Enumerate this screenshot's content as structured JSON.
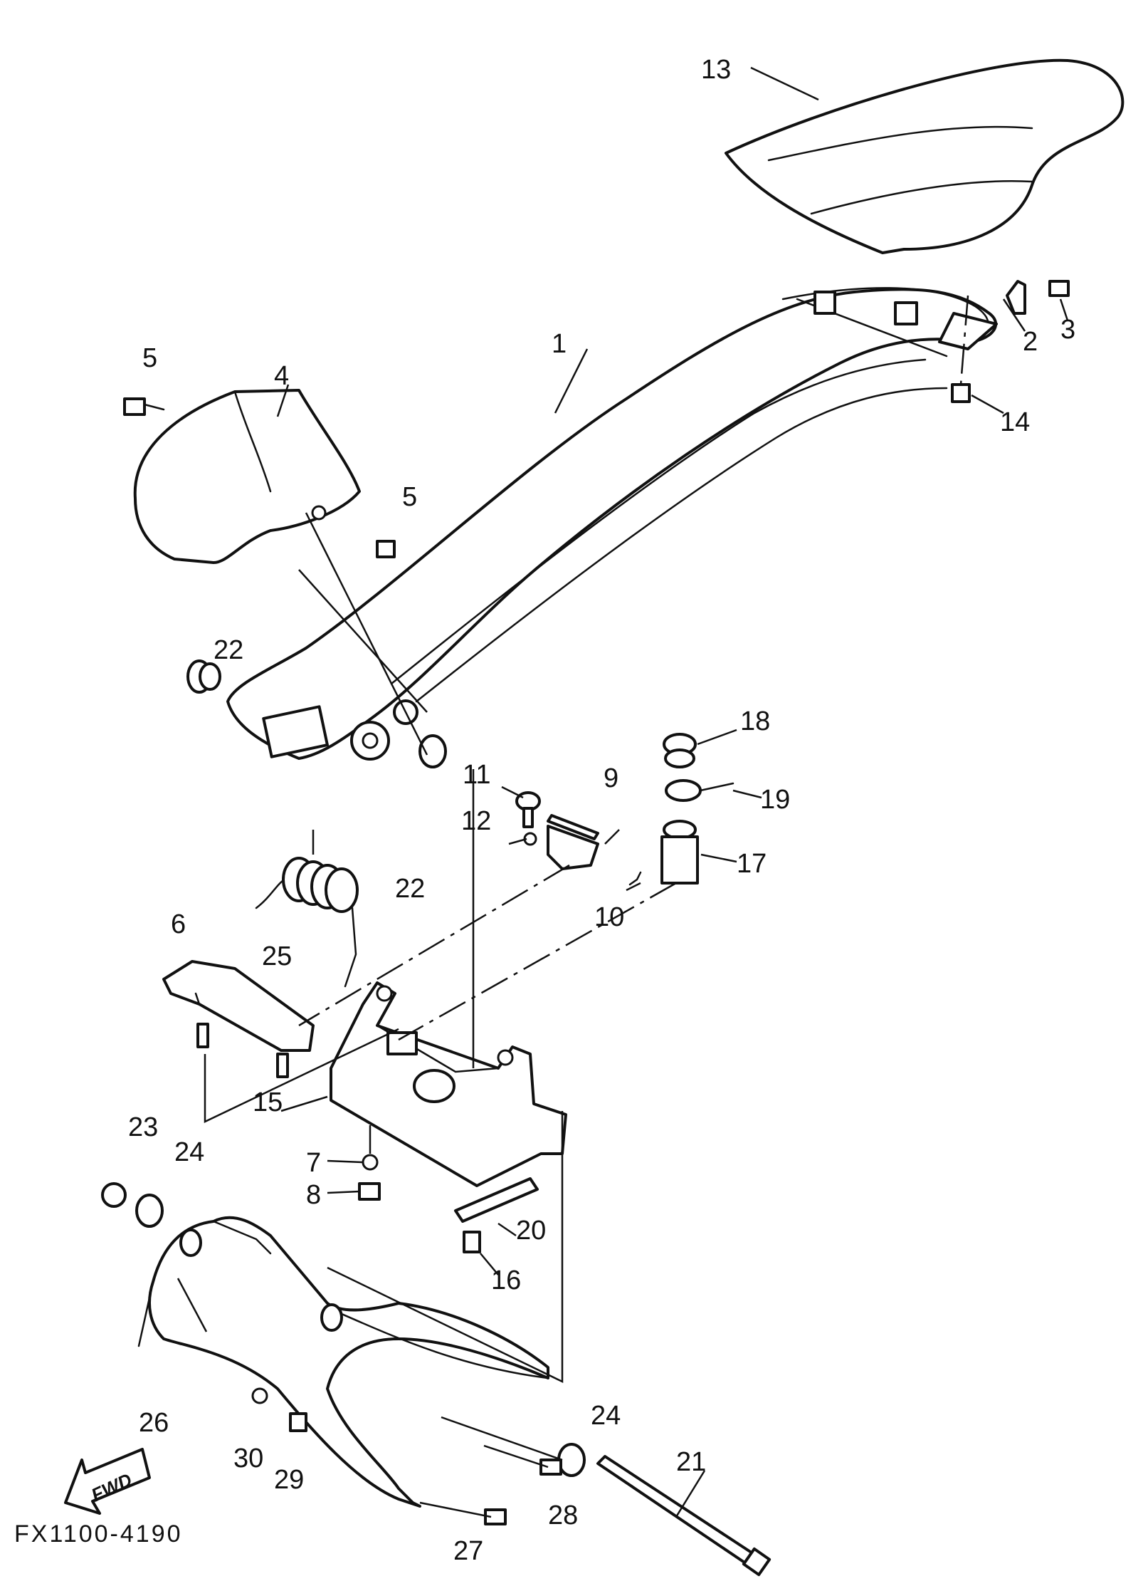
{
  "drawing_code": "FX1100-4190",
  "direction_label": "FWD",
  "part_labels": {
    "p1": "1",
    "p2": "2",
    "p3": "3",
    "p4": "4",
    "p5a": "5",
    "p5b": "5",
    "p6": "6",
    "p7": "7",
    "p8": "8",
    "p9": "9",
    "p10": "10",
    "p11": "11",
    "p12": "12",
    "p13": "13",
    "p14": "14",
    "p15": "15",
    "p16": "16",
    "p17": "17",
    "p18": "18",
    "p19": "19",
    "p20": "20",
    "p21": "21",
    "p22a": "22",
    "p22b": "22",
    "p23": "23",
    "p24a": "24",
    "p24b": "24",
    "p25": "25",
    "p26": "26",
    "p27": "27",
    "p28": "28",
    "p29": "29",
    "p30": "30"
  }
}
